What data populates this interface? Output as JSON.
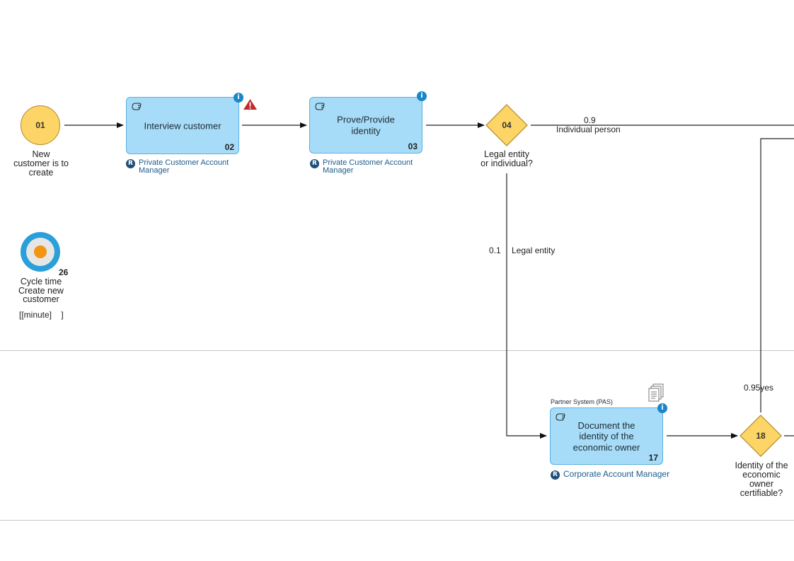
{
  "start_event": {
    "number": "01",
    "label": [
      "New",
      "customer is to",
      "create"
    ]
  },
  "tasks": [
    {
      "title": "Interview customer",
      "number": "02",
      "role": "Private Customer Account Manager"
    },
    {
      "title": "Prove/Provide identity",
      "number": "03",
      "role": "Private Customer Account Manager"
    },
    {
      "title": "Document the identity of the economic owner",
      "number": "17",
      "role": "Corporate Account Manager",
      "system": "Partner System (PAS)"
    }
  ],
  "gateways": [
    {
      "number": "04",
      "label": [
        "Legal entity",
        "or individual?"
      ]
    },
    {
      "number": "18",
      "label": [
        "Identity of the",
        "economic",
        "owner",
        "certifiable?"
      ]
    }
  ],
  "flows": {
    "individual_prob": "0.9",
    "individual_label": "Individual person",
    "legal_prob": "0.1",
    "legal_label": "Legal entity",
    "yes_label": "0.95yes"
  },
  "kpi": {
    "number": "26",
    "label": [
      "Cycle time",
      "Create new",
      "customer"
    ],
    "unit": "[[minute]    ]"
  },
  "badges": {
    "info": "i",
    "role": "R"
  },
  "colors": {
    "event_fill": "#fdd466",
    "task_fill": "#a7dcf8",
    "info_blue": "#1a86c8",
    "warning_red": "#c62828",
    "kpi_ring": "#2b9fd9",
    "kpi_dot": "#f39412"
  }
}
